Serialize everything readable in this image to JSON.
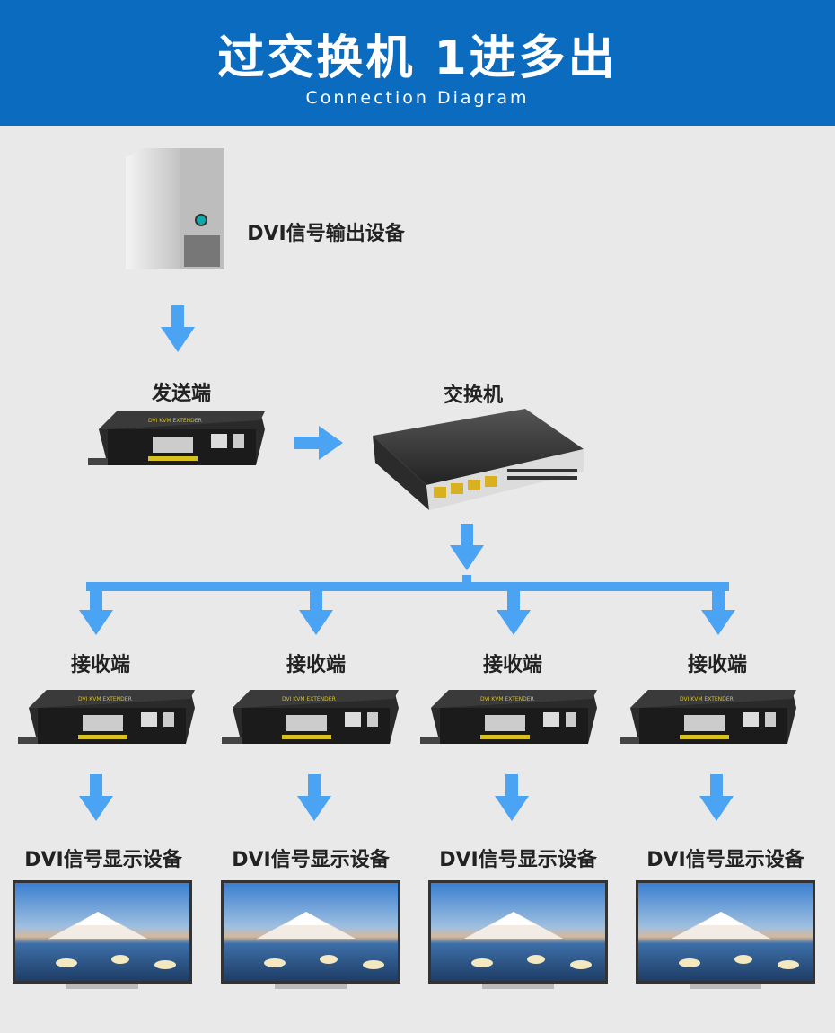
{
  "header": {
    "title": "过交换机 1进多出",
    "subtitle": "Connection Diagram"
  },
  "source": {
    "label": "DVI信号输出设备"
  },
  "transmitter": {
    "label": "发送端"
  },
  "switch": {
    "label": "交换机"
  },
  "receivers": [
    {
      "label": "接收端"
    },
    {
      "label": "接收端"
    },
    {
      "label": "接收端"
    },
    {
      "label": "接收端"
    }
  ],
  "displays": [
    {
      "label": "DVI信号显示设备"
    },
    {
      "label": "DVI信号显示设备"
    },
    {
      "label": "DVI信号显示设备"
    },
    {
      "label": "DVI信号显示设备"
    }
  ],
  "colors": {
    "header": "#0b6cbf",
    "arrow": "#4aa3f3",
    "background": "#e9e9e9"
  }
}
